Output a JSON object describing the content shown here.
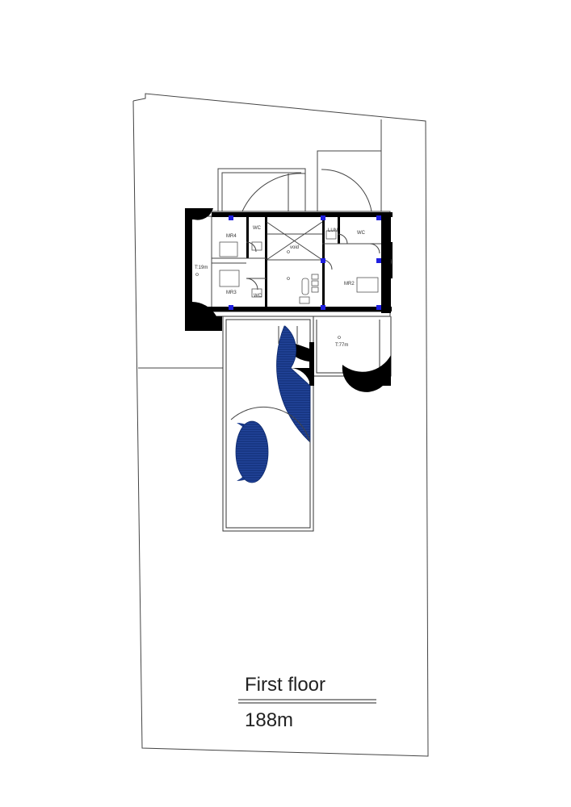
{
  "title": "First floor",
  "area": "188m",
  "rooms": {
    "mr4": "MR4",
    "mr3": "MR3",
    "mr2": "MR2",
    "wc_a": "WC",
    "wc_b": "WC",
    "wc_c": "WC",
    "lun": "LUN",
    "void": "void"
  },
  "levels": {
    "left_wing": "T:19m",
    "terrace": "T:77m"
  },
  "colors": {
    "wall": "#000000",
    "column": "#1f1fe0",
    "water": "#1a3a8a",
    "line": "#333333"
  }
}
